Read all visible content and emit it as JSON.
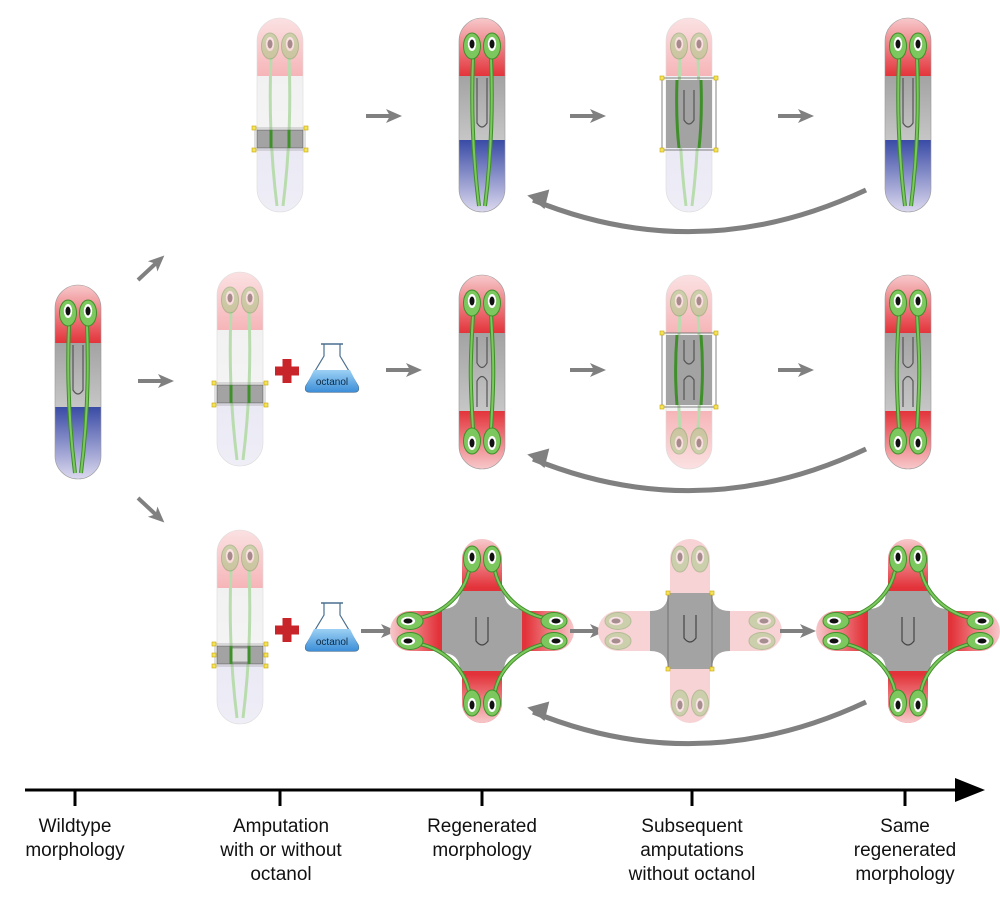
{
  "flask_label": "octanol",
  "stages": [
    {
      "lines": [
        "Wildtype",
        "morphology"
      ]
    },
    {
      "lines": [
        "Amputation",
        "with or without",
        "octanol"
      ]
    },
    {
      "lines": [
        "Regenerated",
        "morphology"
      ]
    },
    {
      "lines": [
        "Subsequent",
        "amputations",
        "without octanol"
      ]
    },
    {
      "lines": [
        "Same",
        "regenerated",
        "morphology"
      ]
    }
  ],
  "colors": {
    "head": "#e3333a",
    "trunk": "#a9a9a9",
    "tail": "#3a4ba6",
    "nerve": "#5aab3d",
    "eye_fill": "#7cc85e",
    "arrow": "#808080",
    "cross": "#c8252b",
    "liquid": "#4a9be0",
    "axis": "#000000"
  }
}
